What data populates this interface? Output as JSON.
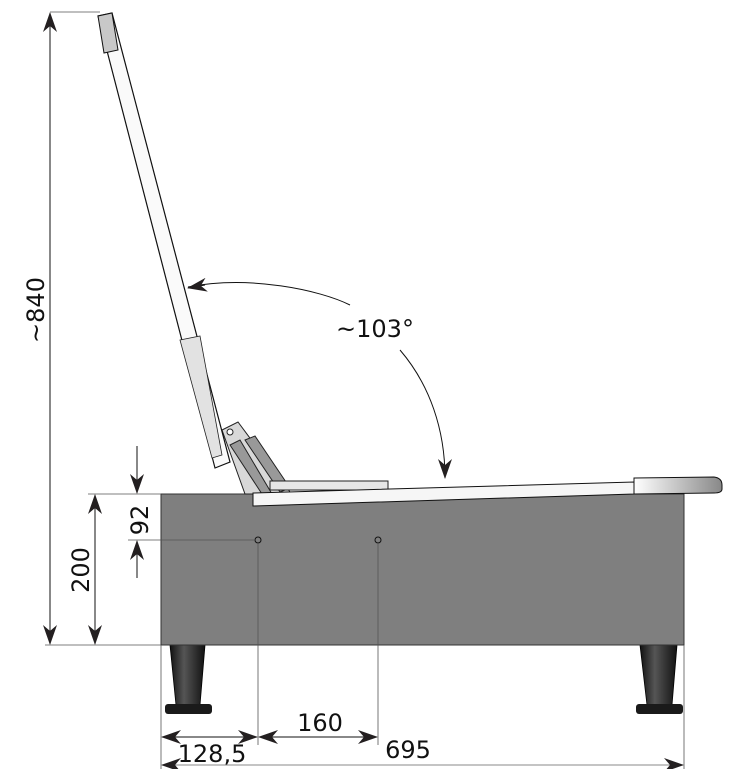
{
  "dimensions": {
    "total_height": "~840",
    "backrest_angle": "~103°",
    "frame_height": "200",
    "hole_height": "92",
    "hole_offset": "128,5",
    "hole_spacing": "160",
    "total_depth": "695"
  },
  "colors": {
    "frame": "#7f7f7f",
    "legs": "#2a2a2a",
    "board": "#f4f4f4",
    "arrows": "#231f20"
  }
}
